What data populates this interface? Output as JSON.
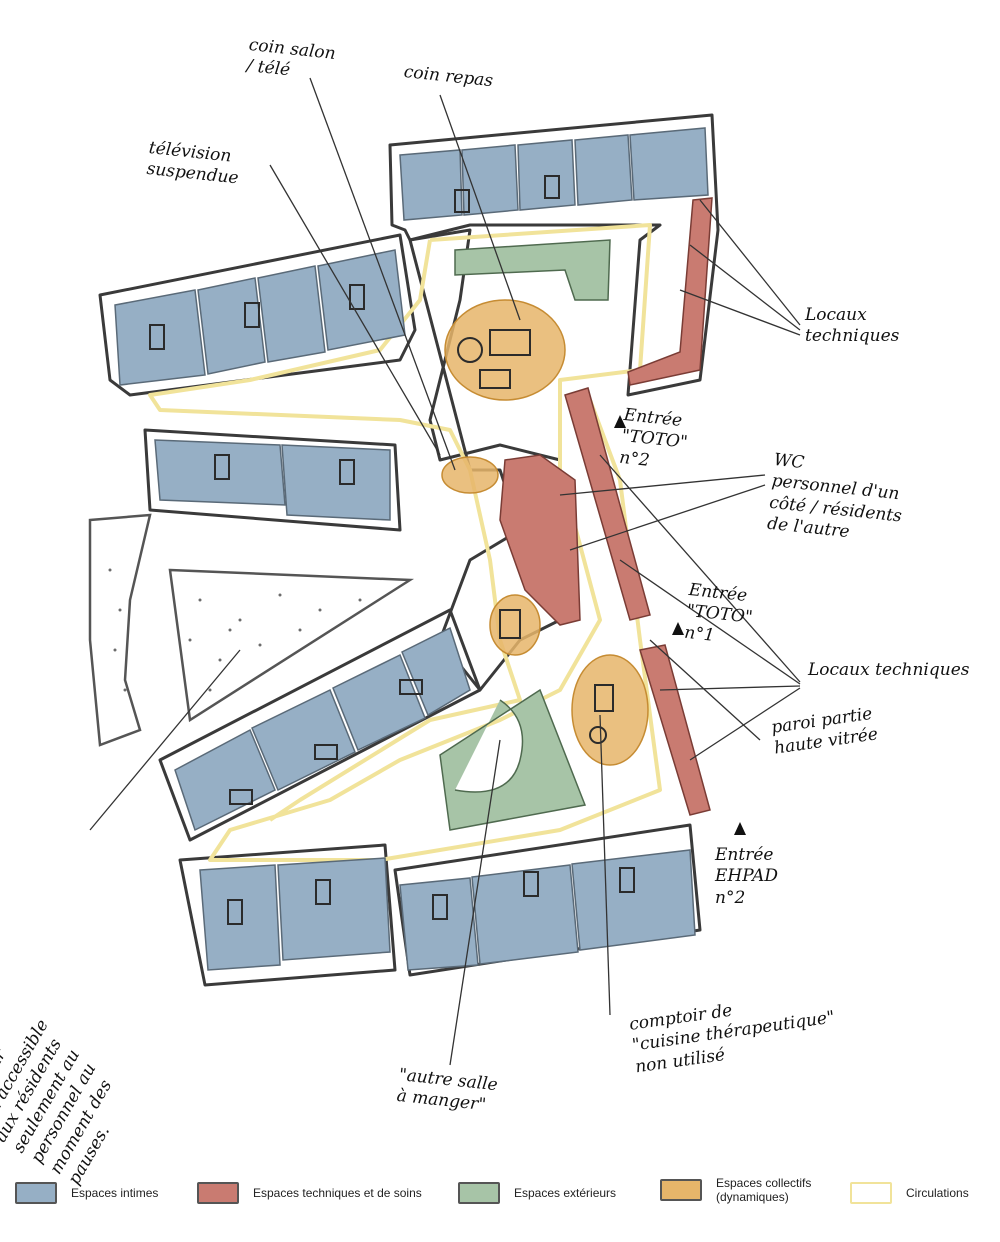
{
  "colors": {
    "intime": "#96afc5",
    "technique": "#c97b71",
    "exterieur": "#a7c4a7",
    "collectif": "#e6b56a",
    "circulation": "#f1e39a"
  },
  "annotations": {
    "coin_salon": "coin salon\n/ télé",
    "coin_repas": "coin repas",
    "television": "télévision\nsuspendue",
    "locaux_tech_top": "Locaux\ntechniques",
    "entree_toto2": "Entrée\n\"TOTO\"\nn°2",
    "wc": "WC\npersonnel d'un\ncôté / résidents\nde l'autre",
    "entree_toto1": "Entrée\n\"TOTO\"\nn°1",
    "locaux_tech_mid": "Locaux techniques",
    "paroi": "paroi partie\nhaute vitrée",
    "entree_ehpad": "Entrée\nEHPAD\nn°2",
    "espace_ext": "espace\nextérieur\nnon accessible\naux résidents\nseulement au\npersonnel au\nmoment des\npauses.",
    "comptoir": "comptoir de\n\"cuisine thérapeutique\"\nnon utilisé",
    "autre_salle": "\"autre salle\nà manger\""
  },
  "legend": [
    {
      "label": "Espaces intimes",
      "color": "#96afc5"
    },
    {
      "label": "Espaces techniques et de soins",
      "color": "#c97b71"
    },
    {
      "label": "Espaces extérieurs",
      "color": "#a7c4a7"
    },
    {
      "label": "Espaces collectifs\n(dynamiques)",
      "color": "#e6b56a"
    },
    {
      "label": "Circulations",
      "color": "#ffffff"
    }
  ]
}
